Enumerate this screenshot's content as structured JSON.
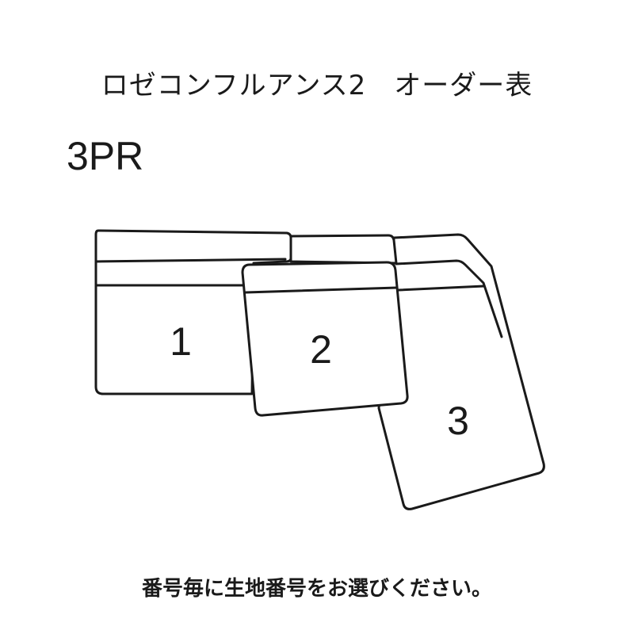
{
  "header": {
    "title": "ロゼコンフルアンス2　オーダー表",
    "model": "3PR"
  },
  "diagram": {
    "pieces": [
      {
        "label": "1"
      },
      {
        "label": "2"
      },
      {
        "label": "3"
      }
    ]
  },
  "footer": {
    "instruction": "番号毎に生地番号をお選びください。"
  }
}
